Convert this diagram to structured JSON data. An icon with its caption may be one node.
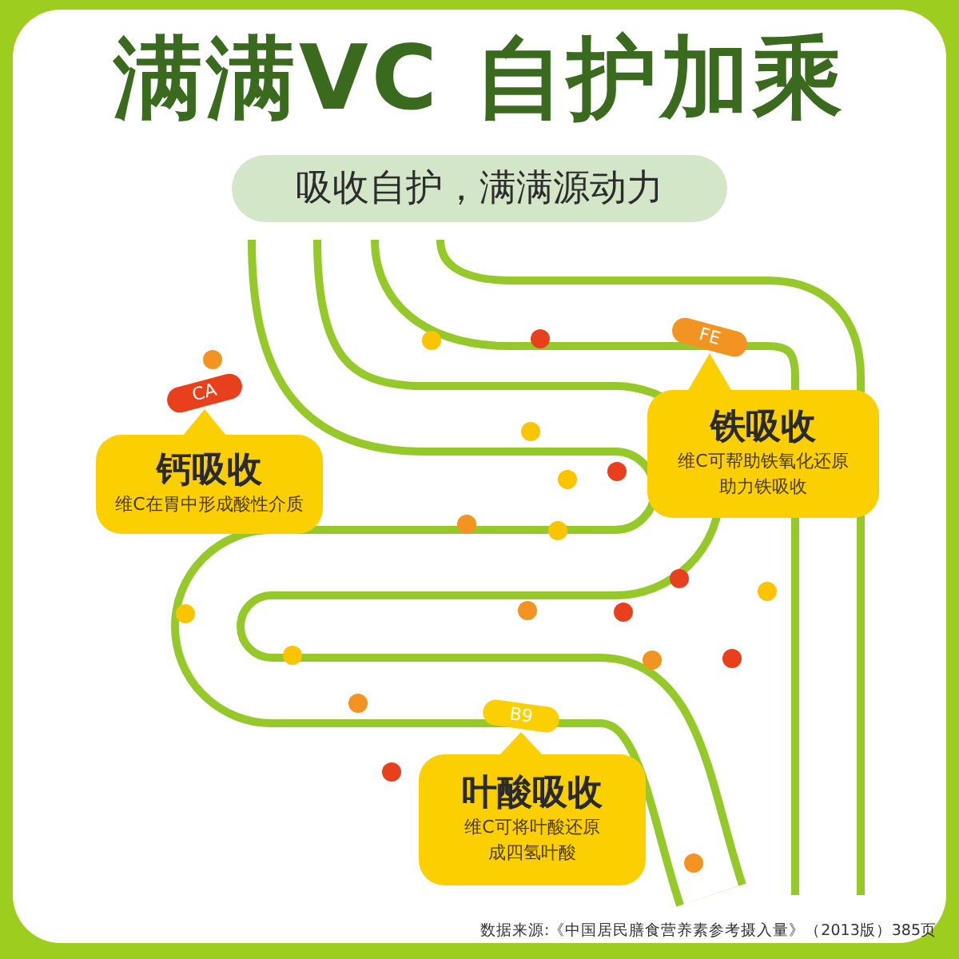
{
  "diagram": {
    "title": "满满VC 自护加乘",
    "nodes": [
      {
        "text": [
          "吸收自护，满满源动力"
        ]
      },
      {
        "text": [
          "钙吸收",
          "维C在胃中形成酸性介质"
        ]
      },
      {
        "text": [
          "CA"
        ]
      },
      {
        "text": [
          "铁吸收",
          "维C可帮助铁氧化还原助力铁吸收"
        ]
      },
      {
        "text": [
          "FE"
        ]
      },
      {
        "text": [
          "叶酸吸收",
          "维C可将叶酸还原成四氢叶酸"
        ]
      },
      {
        "text": [
          "B9"
        ]
      }
    ],
    "edges": [
      {
        "from": 1,
        "to": 2,
        "arrow": "to"
      },
      {
        "from": 3,
        "to": 4,
        "arrow": "to"
      },
      {
        "from": 5,
        "to": 6,
        "arrow": "to"
      }
    ],
    "caption": "数据来源:《中国居民膳食营养素参考摄入量》（2013版）385页"
  }
}
